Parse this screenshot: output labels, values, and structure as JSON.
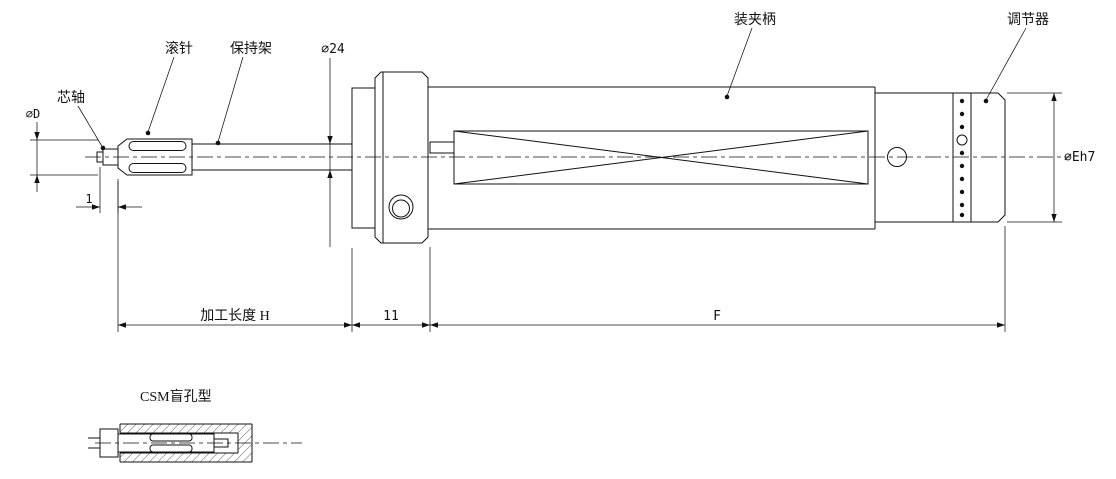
{
  "drawing": {
    "labels": {
      "mandrel": "芯轴",
      "roller": "滚针",
      "cage": "保持架",
      "dia24": "∅24",
      "shank": "装夹柄",
      "adjuster": "调节器"
    },
    "dimensions": {
      "dia_d": "∅D",
      "tip_len": "1",
      "machining_length": "加工长度 H",
      "collar_width": "11",
      "shank_length": "F",
      "dia_e": "∅Eh7"
    },
    "section": {
      "title": "CSM盲孔型"
    },
    "colors": {
      "line": "#111111",
      "background": "#ffffff"
    }
  }
}
